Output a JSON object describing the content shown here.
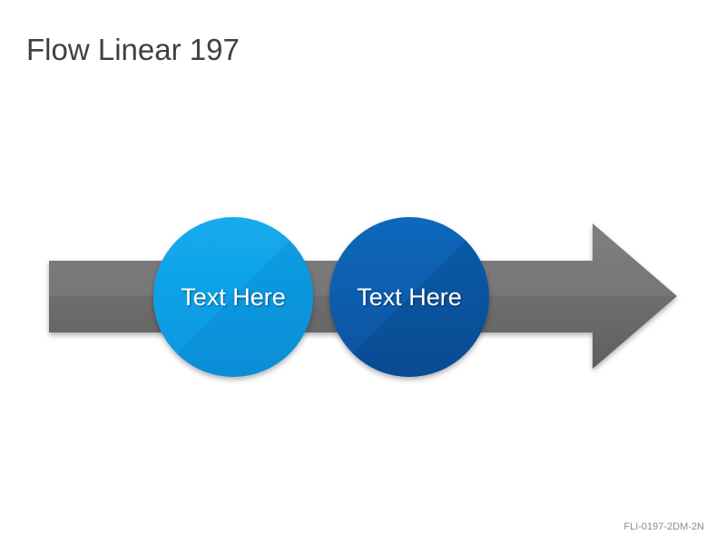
{
  "slide": {
    "title": "Flow Linear 197",
    "footer_code": "FLI-0197-2DM-2N"
  },
  "diagram": {
    "arrow_color": "#6d6d6d",
    "steps": [
      {
        "label": "Text Here",
        "color": "#0ea5e9"
      },
      {
        "label": "Text Here",
        "color": "#0a5fb4"
      }
    ]
  }
}
